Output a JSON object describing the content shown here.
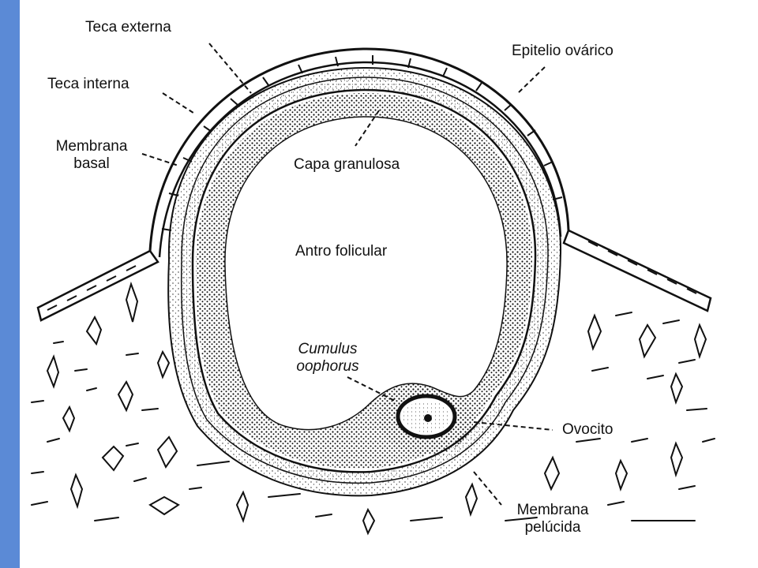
{
  "colors": {
    "side_bar": "#5b8ad6",
    "ink": "#111111",
    "background": "#ffffff"
  },
  "labels": {
    "teca_externa": "Teca externa",
    "teca_interna": "Teca interna",
    "membrana_basal_line1": "Membrana",
    "membrana_basal_line2": "basal",
    "epitelio_ovarico": "Epitelio ovárico",
    "capa_granulosa": "Capa granulosa",
    "antro_folicular": "Antro folicular",
    "cumulus_line1": "Cumulus",
    "cumulus_line2": "oophorus",
    "ovocito": "Ovocito",
    "membrana_pelucida_line1": "Membrana",
    "membrana_pelucida_line2": "pelúcida"
  }
}
